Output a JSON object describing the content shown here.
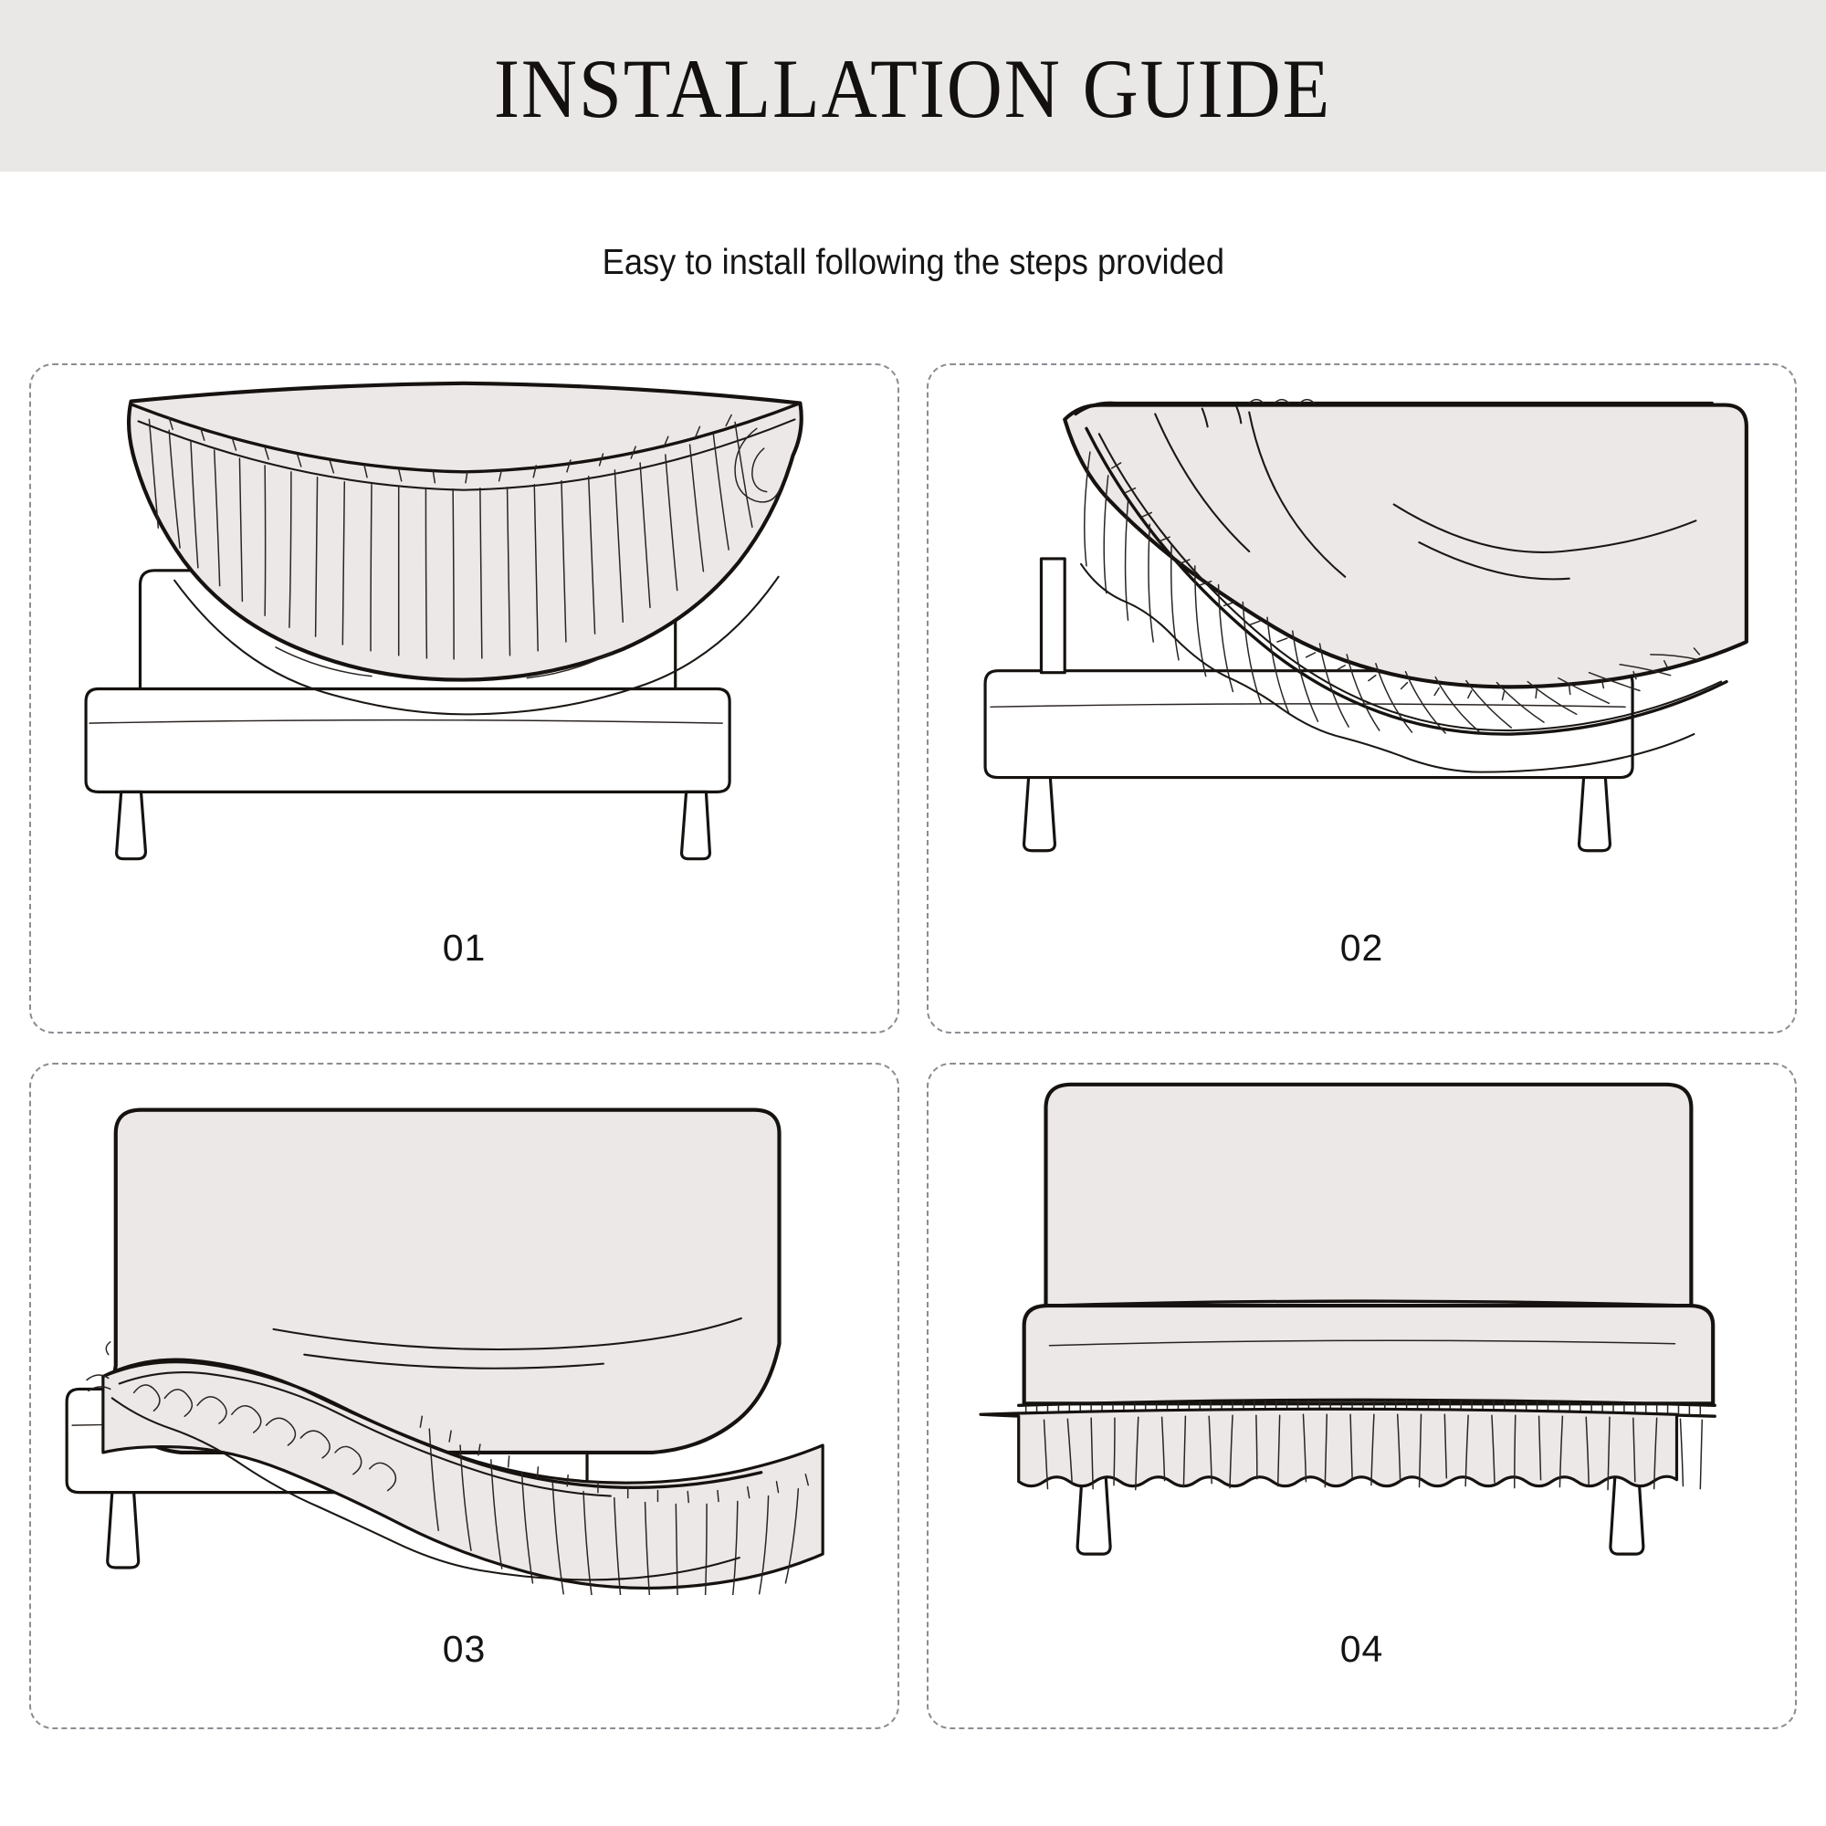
{
  "header": {
    "title": "INSTALLATION GUIDE",
    "background_color": "#eae8e6"
  },
  "subtitle": {
    "text": "Easy to install following the steps provided"
  },
  "steps": [
    {
      "number": "01",
      "illustration": "sofa-with-cover-held-above",
      "description": "Slipcover held open above the armless sofa, ruffled skirt hanging down"
    },
    {
      "number": "02",
      "illustration": "cover-draped-over-backrest",
      "description": "Slipcover draped across the backrest from the rear"
    },
    {
      "number": "03",
      "illustration": "cover-pulled-over-back-skirt-loose",
      "description": "Cover pulled down over the backrest, skirt still loose across the seat"
    },
    {
      "number": "04",
      "illustration": "sofa-fully-covered-with-ruffle",
      "description": "Finished installation with ruffled skirt evenly arranged"
    }
  ],
  "palette": {
    "page_background": "#ffffff",
    "header_background": "#eae8e6",
    "ink": "#15120f",
    "cover_fill": "#ebe8e7",
    "panel_border": "#8c8c93",
    "text": "#141414"
  }
}
